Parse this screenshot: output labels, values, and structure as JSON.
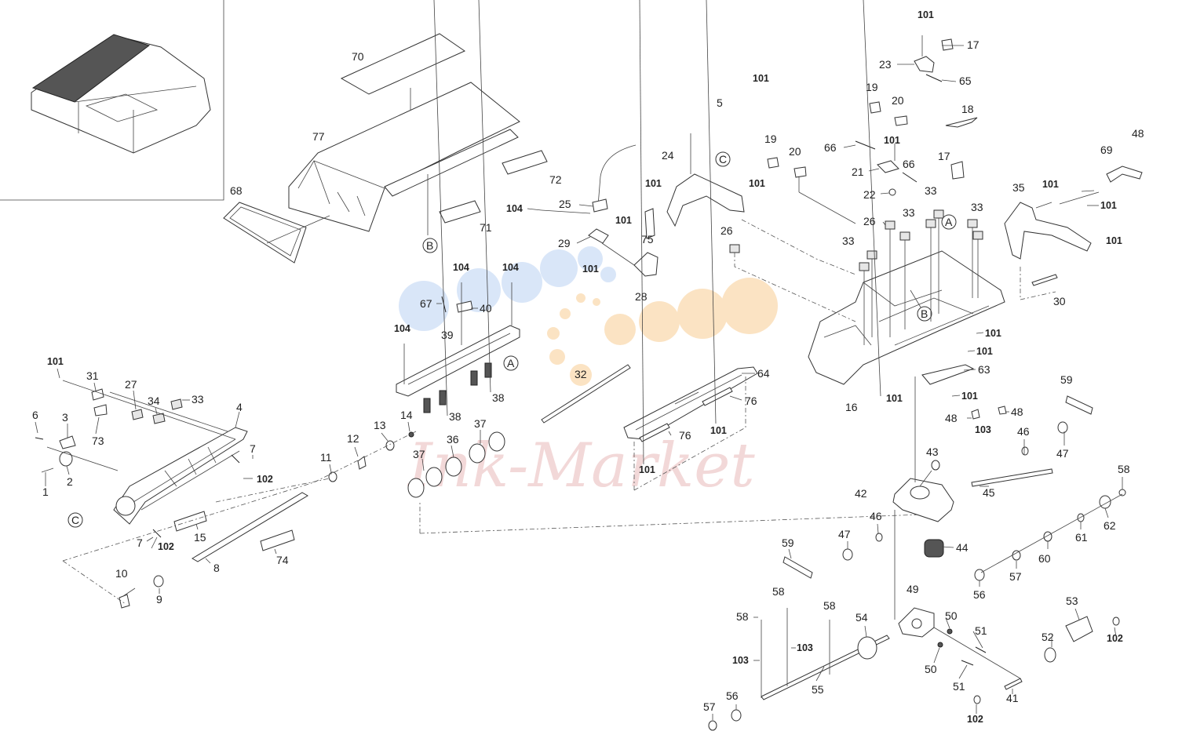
{
  "watermark": {
    "text": "Ink-Market",
    "colors": {
      "blue": "#c9dcf5",
      "orange": "#fbe3c3",
      "red": "#e9b9b9"
    }
  },
  "labels": {
    "l1": "1",
    "l2": "2",
    "l3": "3",
    "l4": "4",
    "l5": "5",
    "l6": "6",
    "l7a": "7",
    "l7b": "7",
    "l8": "8",
    "l9": "9",
    "l10": "10",
    "l11": "11",
    "l12": "12",
    "l13": "13",
    "l14": "14",
    "l15": "15",
    "l16": "16",
    "l17a": "17",
    "l17b": "17",
    "l18": "18",
    "l19a": "19",
    "l19b": "19",
    "l20a": "20",
    "l20b": "20",
    "l21": "21",
    "l22": "22",
    "l23": "23",
    "l24": "24",
    "l25": "25",
    "l26a": "26",
    "l26b": "26",
    "l27": "27",
    "l28": "28",
    "l29": "29",
    "l30": "30",
    "l31": "31",
    "l32": "32",
    "l33a": "33",
    "l33b": "33",
    "l33c": "33",
    "l33d": "33",
    "l33e": "33",
    "l34": "34",
    "l35": "35",
    "l36": "36",
    "l37a": "37",
    "l37b": "37",
    "l38a": "38",
    "l38b": "38",
    "l39": "39",
    "l40": "40",
    "l41": "41",
    "l42": "42",
    "l43": "43",
    "l44": "44",
    "l45": "45",
    "l46a": "46",
    "l46b": "46",
    "l47a": "47",
    "l47b": "47",
    "l48a": "48",
    "l48b": "48",
    "l48c": "48",
    "l49": "49",
    "l50a": "50",
    "l50b": "50",
    "l51a": "51",
    "l51b": "51",
    "l52": "52",
    "l53": "53",
    "l54": "54",
    "l55": "55",
    "l56a": "56",
    "l56b": "56",
    "l57a": "57",
    "l57b": "57",
    "l58a": "58",
    "l58b": "58",
    "l58c": "58",
    "l58d": "58",
    "l59a": "59",
    "l59b": "59",
    "l60": "60",
    "l61": "61",
    "l62": "62",
    "l63": "63",
    "l64": "64",
    "l65": "65",
    "l66a": "66",
    "l66b": "66",
    "l67": "67",
    "l68": "68",
    "l69": "69",
    "l70": "70",
    "l71": "71",
    "l72": "72",
    "l73": "73",
    "l74": "74",
    "l75": "75",
    "l76a": "76",
    "l76b": "76",
    "l77": "77",
    "b101_1": "101",
    "b101_2": "101",
    "b101_3": "101",
    "b101_4": "101",
    "b101_5": "101",
    "b101_6": "101",
    "b101_7": "101",
    "b101_8": "101",
    "b101_9": "101",
    "b101_10": "101",
    "b101_11": "101",
    "b101_12": "101",
    "b101_13": "101",
    "b101_14": "101",
    "b101_15": "101",
    "b101_16": "101",
    "b101_17": "101",
    "b102_1": "102",
    "b102_2": "102",
    "b102_3": "102",
    "b102_4": "102",
    "b103_1": "103",
    "b103_2": "103",
    "b103_3": "103",
    "b104_1": "104",
    "b104_2": "104",
    "b104_3": "104",
    "b104_4": "104",
    "refA1": "A",
    "refA2": "A",
    "refB1": "B",
    "refB2": "B",
    "refC1": "C",
    "refC2": "C"
  }
}
